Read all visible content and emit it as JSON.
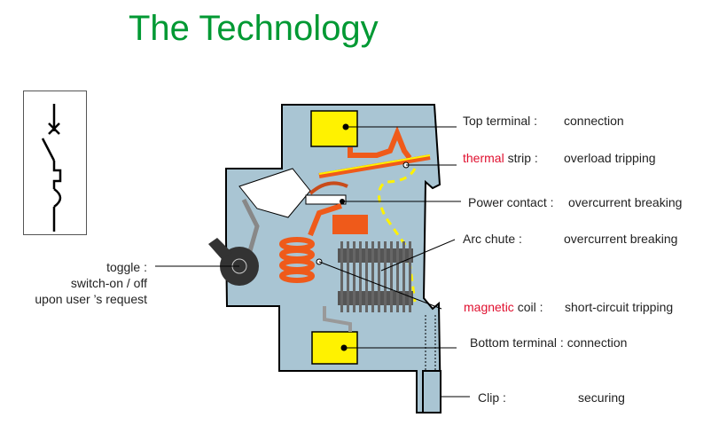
{
  "title": "The Technology",
  "colors": {
    "title": "#009933",
    "highlight": "#e0102f",
    "housing": "#a9c5d3",
    "terminal": "#fff200",
    "copper": "#ef5a1a",
    "arc_chute": "#555555"
  },
  "toggle": {
    "label": "toggle :",
    "line2": "switch-on / off",
    "line3": "upon user ’s request"
  },
  "labels": {
    "top_terminal": {
      "name": "Top terminal :",
      "function": "connection"
    },
    "thermal_strip": {
      "highlight": "thermal",
      "name": " strip :",
      "function": "overload tripping"
    },
    "power_contact": {
      "name": "Power contact :",
      "function": "overcurrent breaking"
    },
    "arc_chute": {
      "name": "Arc chute :",
      "function": "overcurrent breaking"
    },
    "magnetic_coil": {
      "highlight": "magnetic",
      "name": " coil :",
      "function": "short-circuit tripping"
    },
    "bottom_terminal": {
      "name": "Bottom terminal : connection"
    },
    "clip": {
      "name": "Clip :",
      "function": "securing"
    }
  }
}
